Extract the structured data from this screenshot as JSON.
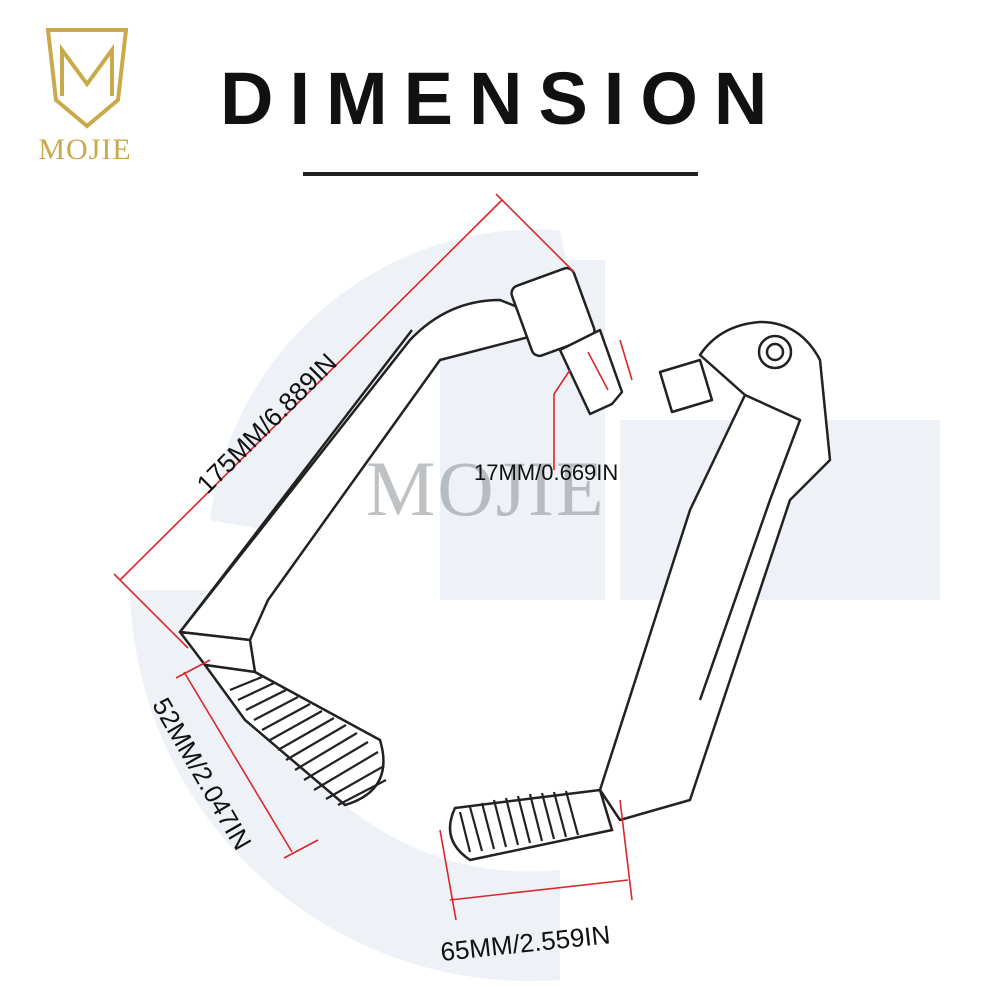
{
  "title": "DIMENSION",
  "logo": {
    "wordmark": "MOJIE",
    "emblem_letter": "M",
    "color": "#c9a94a"
  },
  "watermark": {
    "text": "MOJIE",
    "color": "#e4eaf1"
  },
  "dimensions": {
    "overall_length": "175MM/6.889IN",
    "bar_end_diameter": "17MM/0.669IN",
    "grip_height": "52MM/2.047IN",
    "grip_width": "65MM/2.559IN"
  },
  "colors": {
    "dimension_line": "#d9262c",
    "outline": "#222222",
    "text": "#111111"
  }
}
